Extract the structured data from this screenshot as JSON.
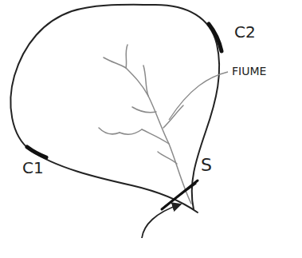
{
  "diagram": {
    "labels": [
      "C2",
      "FIUME",
      "C1",
      "S"
    ]
  }
}
